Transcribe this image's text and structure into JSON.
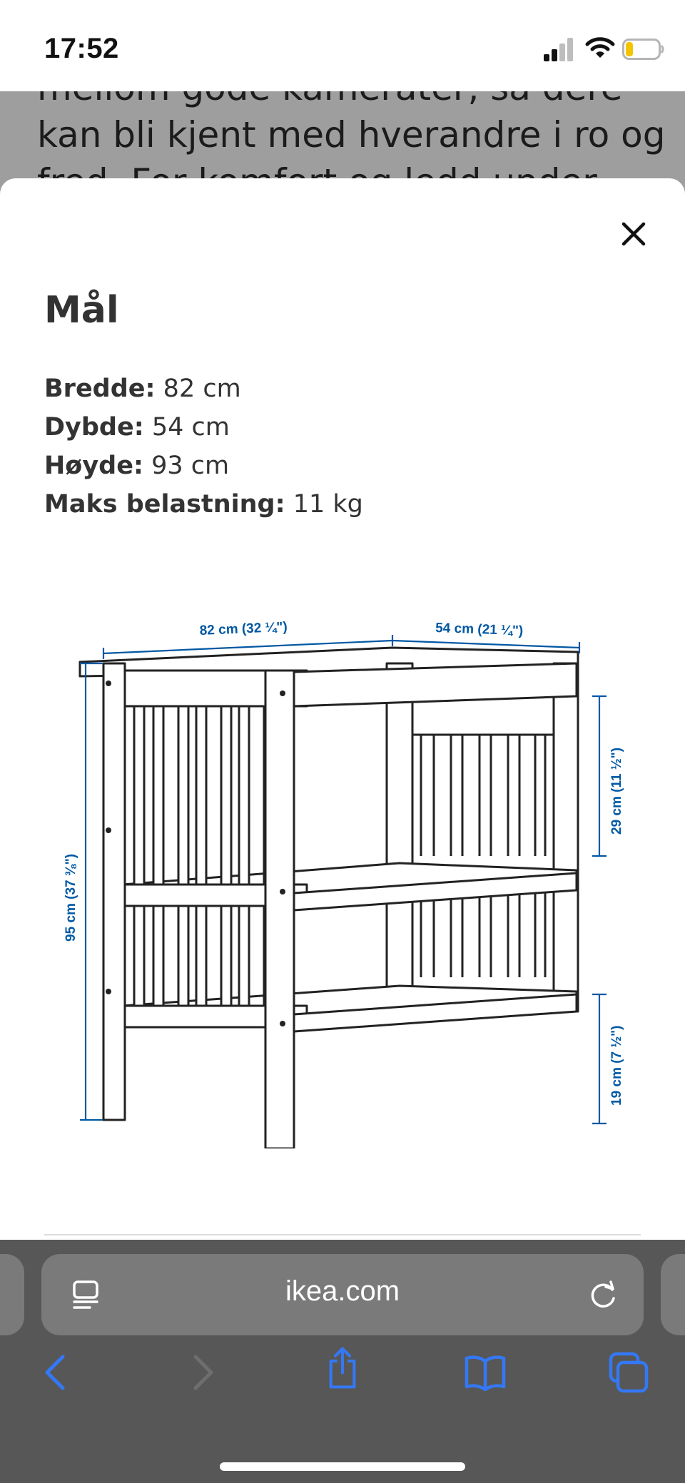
{
  "status_bar": {
    "time": "17:52",
    "icons": [
      "signal-icon",
      "wifi-icon",
      "battery-icon"
    ],
    "battery_color": "#f5c400"
  },
  "background_page": {
    "lines": [
      "mellom gode kamerater, så dere",
      "kan bli kjent med hverandre i ro og",
      "fred. For komfort og ledd under"
    ]
  },
  "modal": {
    "close_icon": "close-icon",
    "title": "Mål",
    "specs": [
      {
        "label": "Bredde:",
        "value": "82 cm"
      },
      {
        "label": "Dybde:",
        "value": "54 cm"
      },
      {
        "label": "Høyde:",
        "value": "93 cm"
      },
      {
        "label": "Maks belastning:",
        "value": "11 kg"
      }
    ],
    "diagram": {
      "dimension_color": "#0058a3",
      "width_label": "82 cm (32 ¼\")",
      "depth_label": "54 cm (21 ¼\")",
      "height_label": "95 cm (37 ⅜\")",
      "top_gap_label": "29 cm (11 ½\")",
      "bottom_gap_label": "19 cm (7 ½\")"
    }
  },
  "browser": {
    "url": "ikea.com",
    "icons": {
      "reader": "reader-icon",
      "reload": "reload-icon",
      "back": "back-icon",
      "forward": "forward-icon",
      "share": "share-icon",
      "bookmarks": "bookmarks-icon",
      "tabs": "tabs-icon"
    },
    "accent_color": "#3478f6"
  }
}
